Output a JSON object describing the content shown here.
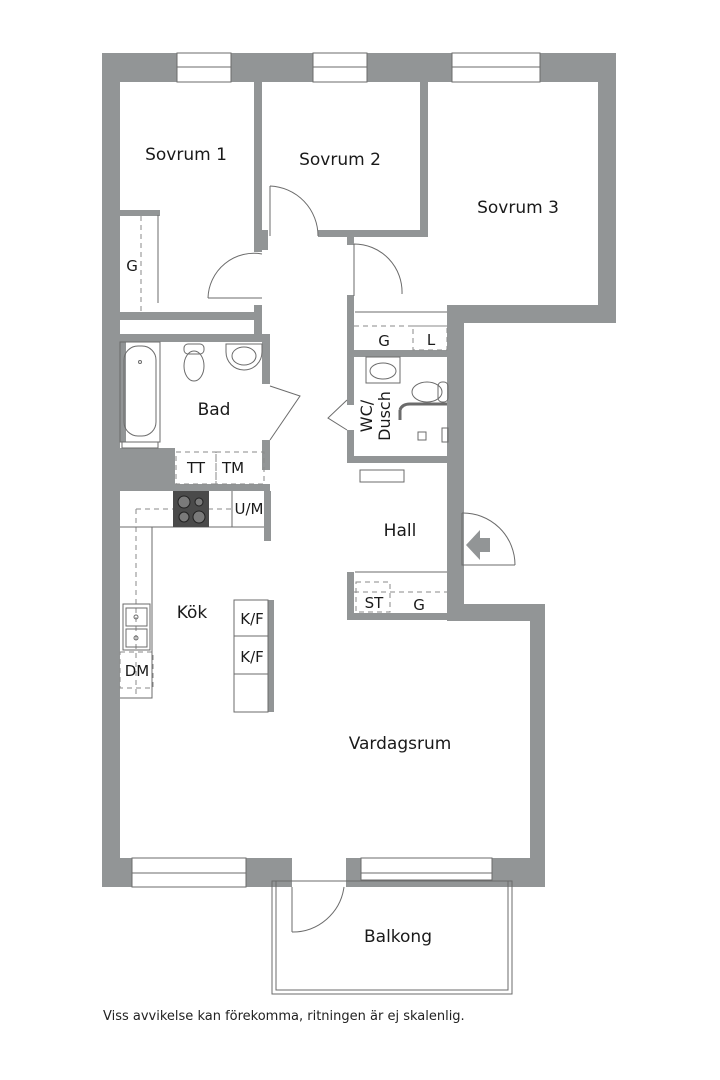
{
  "colors": {
    "wall": "#929596",
    "line": "#6b6b6b",
    "background": "#ffffff",
    "text": "#1a1a1a"
  },
  "rooms": {
    "sovrum1": "Sovrum 1",
    "sovrum2": "Sovrum 2",
    "sovrum3": "Sovrum 3",
    "bad": "Bad",
    "wc_dusch": {
      "line1": "WC/",
      "line2": "Dusch"
    },
    "hall": "Hall",
    "kok": "Kök",
    "vardagsrum": "Vardagsrum",
    "balkong": "Balkong"
  },
  "fixtures": {
    "g_sovrum1": "G",
    "g_sovrum3": "G",
    "l_closet": "L",
    "tt": "TT",
    "tm": "TM",
    "um": "U/M",
    "kf1": "K/F",
    "kf2": "K/F",
    "dm": "DM",
    "st": "ST",
    "g_hall": "G"
  },
  "icons": {
    "entrance": "entrance-arrow-icon",
    "stove": "stove-icon",
    "sink": "kitchen-sink-icon",
    "bathtub": "bathtub-icon",
    "toilet": "toilet-icon",
    "washbasin": "washbasin-icon",
    "shower": "shower-icon"
  },
  "footnote": "Viss avvikelse kan förekomma, ritningen är ej skalenlig."
}
